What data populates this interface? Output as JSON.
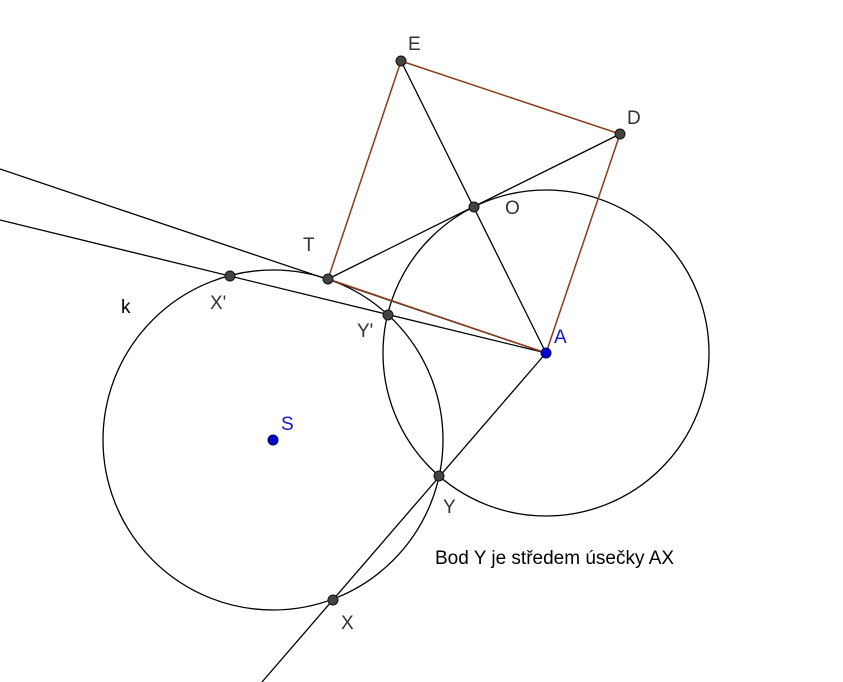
{
  "colors": {
    "background": "#ffffff",
    "line": "#000000",
    "square_edge": "#8b3a1a",
    "point_fill": "#444444",
    "point_stroke": "#111111",
    "blue_point": "#0000cc",
    "blue_label": "#1414cc",
    "label": "#333333"
  },
  "points": {
    "E": "E",
    "D": "D",
    "O": "O",
    "T": "T",
    "X_prime": "X'",
    "Y_prime": "Y'",
    "A": "A",
    "S": "S",
    "Y": "Y",
    "X": "X"
  },
  "circle_label": "k",
  "caption": "Bod Y je středem úsečky AX"
}
